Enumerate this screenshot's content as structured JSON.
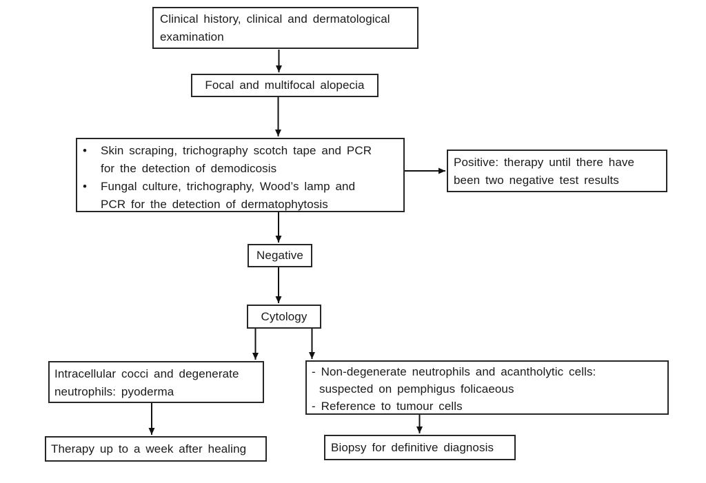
{
  "diagram": {
    "kind": "flowchart",
    "colors": {
      "background": "#ffffff",
      "box_border": "#262626",
      "text": "#1a1a1a",
      "arrow": "#111111"
    },
    "bullet_glyph": "•",
    "nodes": {
      "clinical": {
        "lines": [
          "Clinical history, clinical and dermatological",
          "examination"
        ]
      },
      "focal": {
        "label": "Focal and multifocal alopecia"
      },
      "tests": {
        "bullets": [
          {
            "lines": [
              "Skin scraping, trichography scotch tape and PCR",
              "for the detection of demodicosis"
            ]
          },
          {
            "lines": [
              "Fungal culture, trichography, Wood’s lamp and",
              "PCR for the detection of dermatophytosis"
            ]
          }
        ]
      },
      "positive": {
        "lines": [
          "Positive: therapy until there have",
          "been two negative test results"
        ]
      },
      "negative": {
        "label": "Negative"
      },
      "cytology": {
        "label": "Cytology"
      },
      "pyoderma": {
        "lines": [
          "Intracellular cocci and degenerate",
          "neutrophils: pyoderma"
        ]
      },
      "pemphigus": {
        "lines": [
          "- Non-degenerate neutrophils and acantholytic cells:",
          "suspected on pemphigus folicaeous",
          "- Reference to tumour cells"
        ]
      },
      "therapy": {
        "label": "Therapy up to a week after healing"
      },
      "biopsy": {
        "label": "Biopsy for definitive diagnosis"
      }
    }
  }
}
